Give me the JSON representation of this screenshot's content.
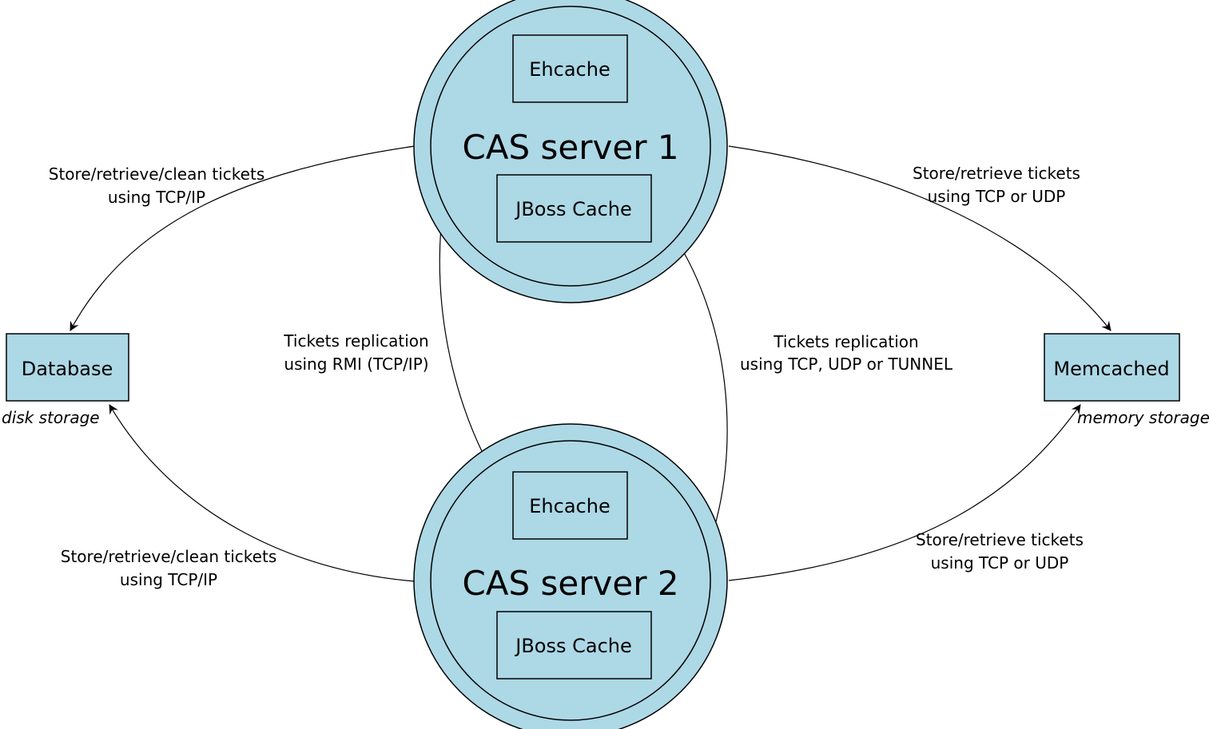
{
  "diagram": {
    "server1": {
      "title": "CAS server 1",
      "ehcache": "Ehcache",
      "jboss": "JBoss Cache"
    },
    "server2": {
      "title": "CAS server 2",
      "ehcache": "Ehcache",
      "jboss": "JBoss Cache"
    },
    "database": {
      "label": "Database",
      "caption": "disk storage"
    },
    "memcached": {
      "label": "Memcached",
      "caption": "memory storage"
    },
    "edges": {
      "db_top": [
        "Store/retrieve/clean tickets",
        "using TCP/IP"
      ],
      "db_bottom": [
        "Store/retrieve/clean tickets",
        "using TCP/IP"
      ],
      "mc_top": [
        "Store/retrieve tickets",
        "using TCP or UDP"
      ],
      "mc_bottom": [
        "Store/retrieve tickets",
        "using TCP or UDP"
      ],
      "rmi": [
        "Tickets replication",
        "using RMI (TCP/IP)"
      ],
      "jgroups": [
        "Tickets replication",
        "using TCP, UDP or TUNNEL"
      ]
    },
    "colors": {
      "node_fill": "#add8e6",
      "stroke": "#000000"
    }
  }
}
